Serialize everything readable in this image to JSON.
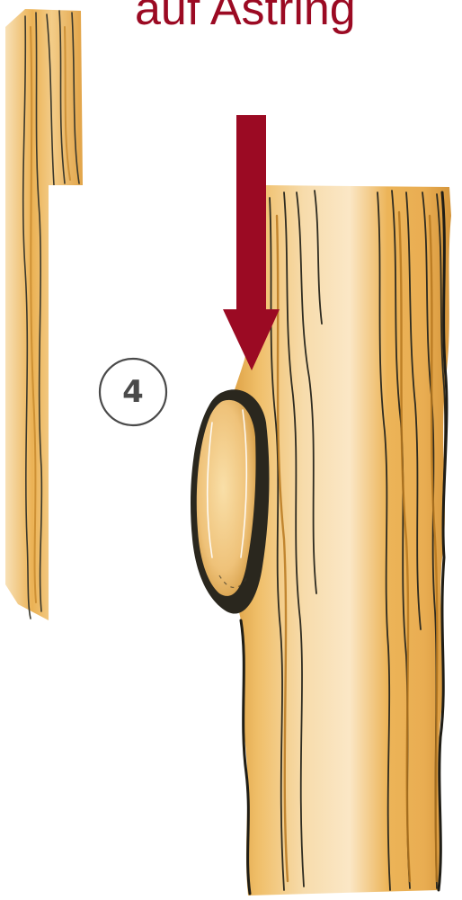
{
  "caption": {
    "text": "auf Astring"
  },
  "step": {
    "number": "4"
  },
  "colors": {
    "accent": "#9b0a23",
    "wood_light": "#f6d9a4",
    "wood_mid": "#e8a949",
    "wood_dark": "#c98a2e",
    "ink": "#2b2a22"
  },
  "illustration": {
    "subject": "tree-trunk-with-branch-collar-cut",
    "arrow": "down-arrow-icon"
  }
}
